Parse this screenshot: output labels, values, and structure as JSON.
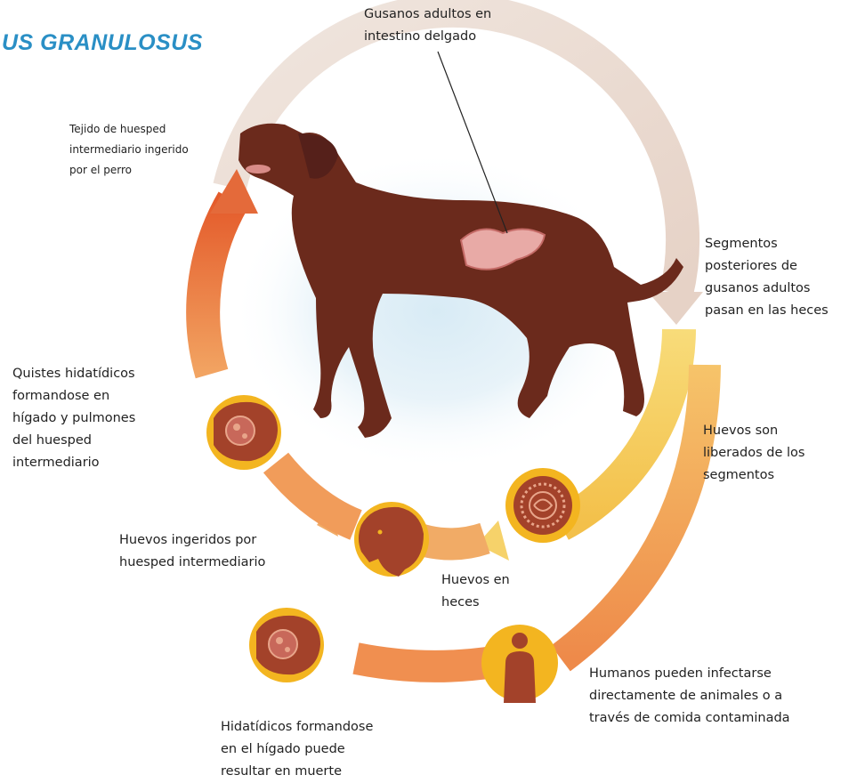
{
  "title": "US GRANULOSUS",
  "labels": {
    "adult_worms": "Gusanos adultos en\nintestino delgado",
    "tissue_ingested": "Tejido de huesped\nintermediario ingerido\npor el perro",
    "segments": "Segmentos\nposteriores de\ngusanos adultos\npasan en las heces",
    "eggs_released": "Huevos son\nliberados de los\nsegmentos",
    "eggs_feces": "Huevos en\nheces",
    "eggs_ingested": "Huevos ingeridos por\nhuesped intermediario",
    "cysts": "Quistes hidatídicos\nformandose en\nhígado y pulmones\ndel huesped\nintermediario",
    "humans": "Humanos pueden infectarse\ndirectamente de animales o a\ntravés de comida contaminada",
    "human_death": "Hidatídicos formandose\nen el hígado puede\nresultar en muerte"
  },
  "icons": [
    "dog-icon",
    "worm-segment-icon",
    "egg-icon",
    "sheep-icon",
    "liver-cyst-icon",
    "human-icon",
    "human-liver-cyst-icon"
  ],
  "colors": {
    "title": "#2a8fc5",
    "arc_top": "#eadbd2",
    "arc_yellow": "#f6d26a",
    "arc_orange": "#f0a060",
    "arc_red": "#e46a3a",
    "dog": "#6b2a1c",
    "icon_ring": "#f3b520",
    "icon_fill": "#a3422a"
  }
}
